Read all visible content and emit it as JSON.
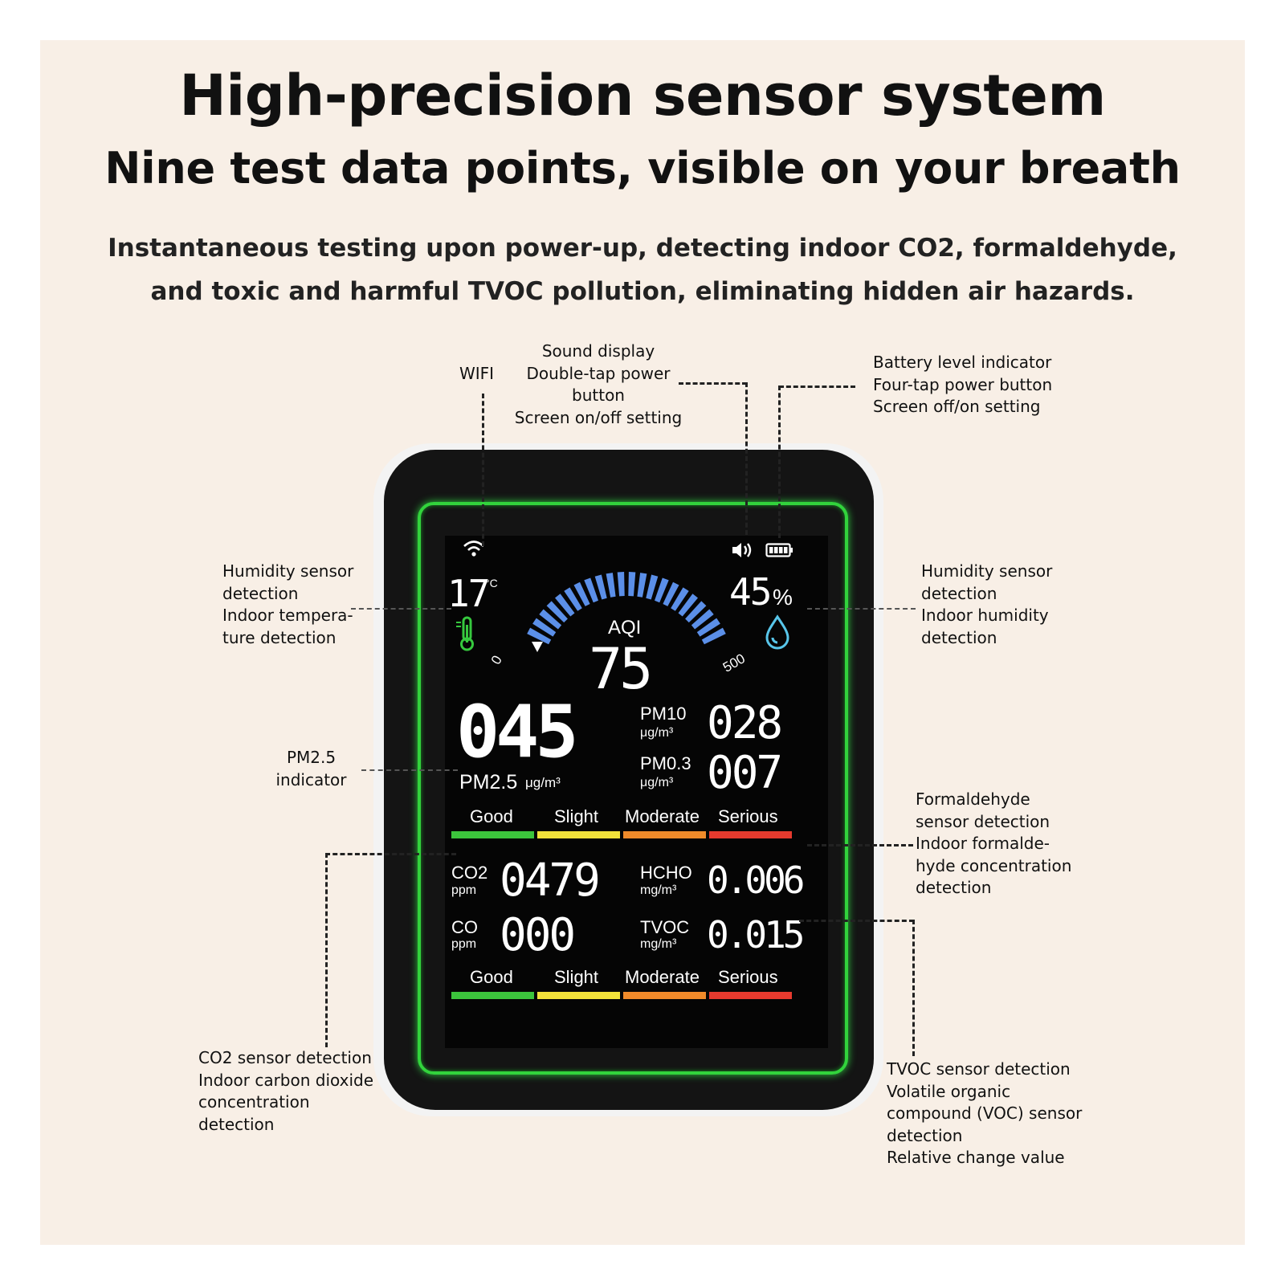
{
  "headline": "High-precision sensor system",
  "subheadline": "Nine test data points, visible on your breath",
  "description": [
    "Instantaneous testing upon power-up, detecting indoor CO2, formaldehyde,",
    "and toxic and harmful TVOC pollution, eliminating hidden air hazards."
  ],
  "callouts": {
    "wifi": [
      "WIFI"
    ],
    "sound": [
      "Sound display",
      "Double-tap power",
      "button",
      "Screen on/off setting"
    ],
    "battery": [
      "Battery level indicator",
      "Four-tap power button",
      "Screen off/on setting"
    ],
    "temp": [
      "Humidity sensor",
      "detection",
      "Indoor tempera-",
      "ture detection"
    ],
    "humidity": [
      "Humidity sensor",
      "detection",
      "Indoor humidity",
      "detection"
    ],
    "pm25": [
      "PM2.5",
      "indicator"
    ],
    "formaldehyde": [
      "Formaldehyde",
      "sensor detection",
      "Indoor formalde-",
      "hyde concentration",
      "detection"
    ],
    "co2": [
      "CO2 sensor detection",
      "Indoor carbon dioxide",
      "concentration",
      "detection"
    ],
    "tvoc": [
      "TVOC sensor detection",
      "Volatile organic",
      "compound (VOC) sensor",
      "detection",
      "Relative change value"
    ]
  },
  "screen": {
    "icons": {
      "wifi": "wifi-icon",
      "speaker": "speaker-icon",
      "battery": "battery-icon",
      "thermometer": "thermometer-icon",
      "droplet": "droplet-icon"
    },
    "temperature": {
      "value": "17",
      "unit": "°C"
    },
    "humidity": {
      "value": "45",
      "unit": "%"
    },
    "aqi": {
      "label": "AQI",
      "value": "75",
      "min": "0",
      "max": "500",
      "level": 0.15
    },
    "pm25": {
      "value": "045",
      "label": "PM2.5",
      "unit": "μg/m³"
    },
    "pm10": {
      "label": "PM10",
      "unit": "μg/m³",
      "value": "028"
    },
    "pm03": {
      "label": "PM0.3",
      "unit": "μg/m³",
      "value": "007"
    },
    "co2": {
      "label": "CO2",
      "unit": "ppm",
      "value": "0479"
    },
    "co": {
      "label": "CO",
      "unit": "ppm",
      "value": "000"
    },
    "hcho": {
      "label": "HCHO",
      "unit": "mg/m³",
      "value": "0.006"
    },
    "tvoc": {
      "label": "TVOC",
      "unit": "mg/m³",
      "value": "0.015"
    },
    "scale_top": [
      "Good",
      "Slight",
      "Moderate",
      "Serious"
    ],
    "scale_bottom": [
      "Good",
      "Slight",
      "Moderate",
      "Serious"
    ],
    "scale_colors": [
      "#3cc43c",
      "#f2e23a",
      "#f08a2a",
      "#e63a2e"
    ],
    "gauge_color": "#5b8fe8",
    "accent": "#32d33c"
  }
}
